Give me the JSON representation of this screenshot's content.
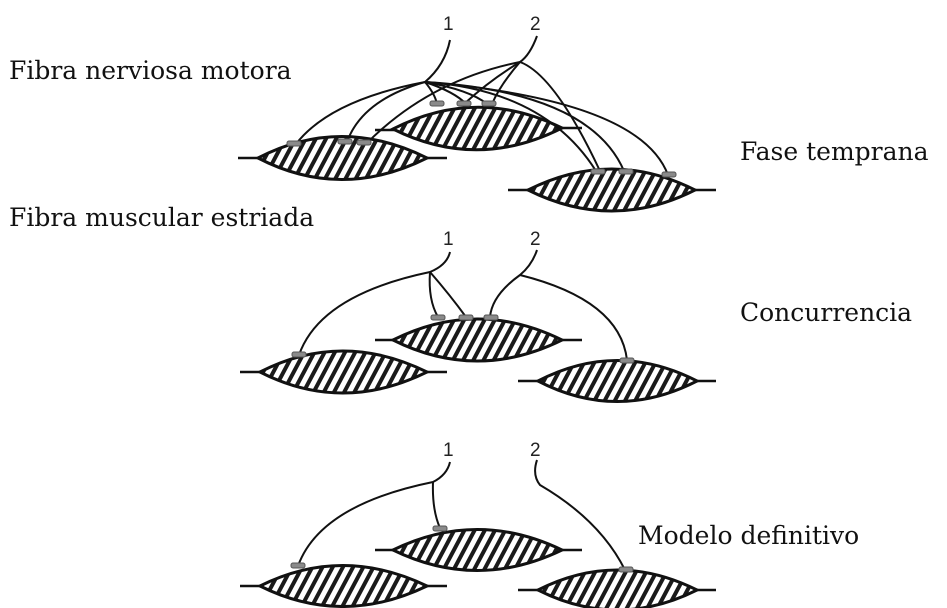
{
  "labels": {
    "motor_fiber": "Fibra nerviosa motora",
    "muscle_fiber": "Fibra muscular estriada",
    "stage_early": "Fase temprana",
    "stage_competition": "Concurrencia",
    "stage_final": "Modelo definitivo"
  },
  "neurons": {
    "neuron_1": "1",
    "neuron_2": "2"
  },
  "colors": {
    "line": "#111111",
    "hatch": "#222222",
    "synapse": "#8a8a8a",
    "background": "#ffffff"
  }
}
